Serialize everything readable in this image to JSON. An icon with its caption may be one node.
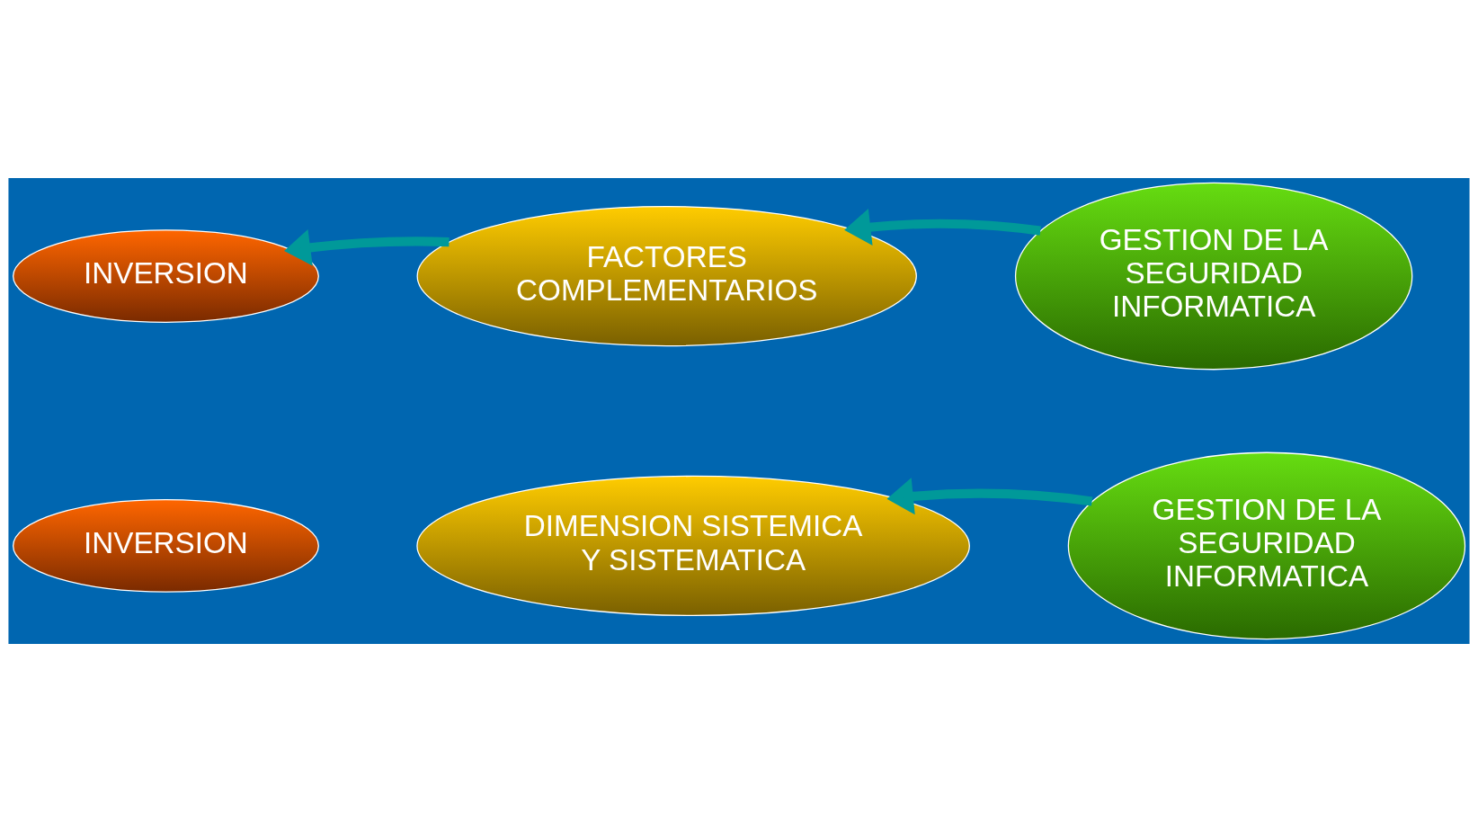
{
  "diagram": {
    "nodes": [
      {
        "text": [
          "INVERSION"
        ]
      },
      {
        "text": [
          "FACTORES COMPLEMENTARIOS"
        ]
      },
      {
        "text": [
          "GESTION DE LA SEGURIDAD INFORMATICA"
        ]
      },
      {
        "text": [
          "INVERSION"
        ]
      },
      {
        "text": [
          "DIMENSION SISTEMICA Y SISTEMATICA"
        ]
      },
      {
        "text": [
          "GESTION DE LA SEGURIDAD INFORMATICA"
        ]
      }
    ],
    "edges": [
      {
        "from": 2,
        "to": 1,
        "arrow": "to"
      },
      {
        "from": 1,
        "to": 0,
        "arrow": "to"
      },
      {
        "from": 5,
        "to": 4,
        "arrow": "to"
      }
    ]
  }
}
